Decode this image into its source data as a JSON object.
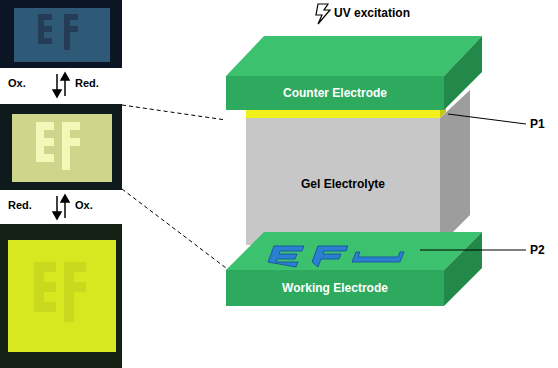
{
  "diagram": {
    "nodes": [
      {
        "text": [
          "Counter Electrode"
        ]
      },
      {
        "text": [
          "Gel Electrolyte"
        ]
      },
      {
        "text": [
          "Working Electrode"
        ]
      }
    ],
    "labels": [
      "Ox.",
      "Red.",
      "Red.",
      "Ox.",
      "UV excitation",
      "P1",
      "P2"
    ]
  }
}
